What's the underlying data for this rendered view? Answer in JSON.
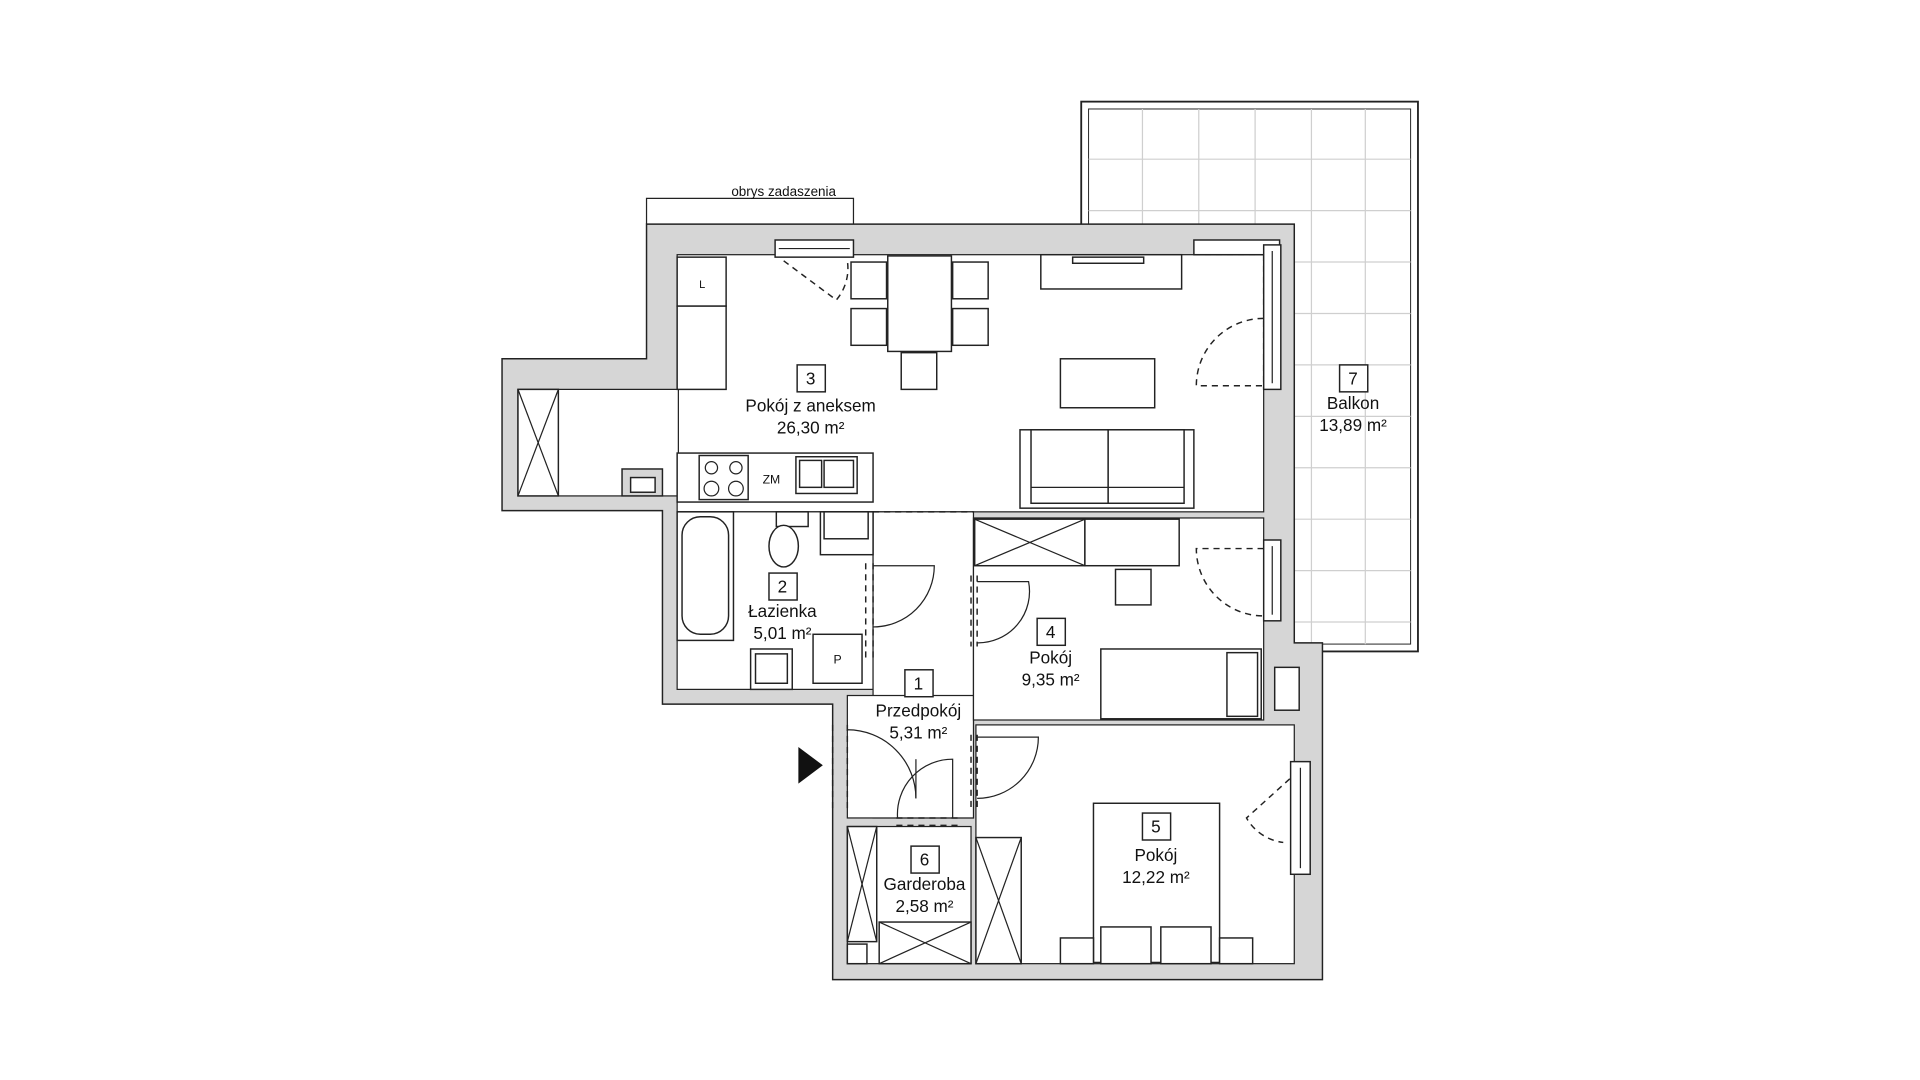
{
  "plan": {
    "roof_outline_label": "obrys zadaszenia",
    "kitchen_fridge_label": "L",
    "kitchen_zm_label": "ZM",
    "bathroom_washer_label": "P",
    "rooms": [
      {
        "number": "1",
        "name": "Przedpokój",
        "area": "5,31 m²"
      },
      {
        "number": "2",
        "name": "Łazienka",
        "area": "5,01 m²"
      },
      {
        "number": "3",
        "name": "Pokój z aneksem",
        "area": "26,30 m²"
      },
      {
        "number": "4",
        "name": "Pokój",
        "area": "9,35 m²"
      },
      {
        "number": "5",
        "name": "Pokój",
        "area": "12,22 m²"
      },
      {
        "number": "6",
        "name": "Garderoba",
        "area": "2,58 m²"
      },
      {
        "number": "7",
        "name": "Balkon",
        "area": "13,89 m²"
      }
    ]
  }
}
